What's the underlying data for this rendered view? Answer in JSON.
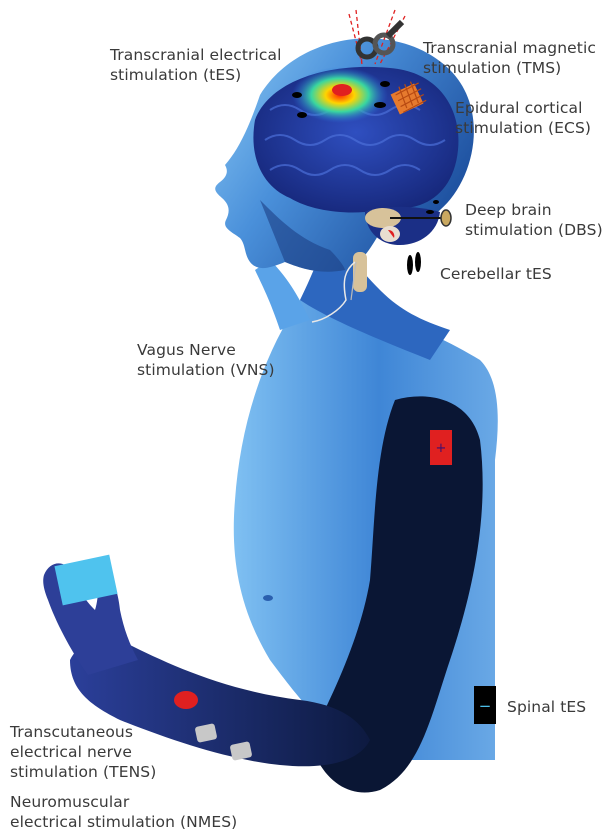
{
  "labels": {
    "tes": "Transcranial electrical\nstimulation (tES)",
    "tms": "Transcranial magnetic\nstimulation (TMS)",
    "ecs": "Epidural cortical\nstimulation (ECS)",
    "dbs": "Deep brain\nstimulation (DBS)",
    "cerebellar": "Cerebellar tES",
    "vns": "Vagus Nerve\nstimulation (VNS)",
    "tens": "Transcutaneous\nelectrical nerve\nstimulation (TENS)",
    "nmes": "Neuromuscular\nelectrical stimulation (NMES)",
    "spinal": "Spinal tES"
  },
  "electrode_signs": {
    "shoulder": "+",
    "spinal": "−"
  },
  "colors": {
    "body_light": "#6fb6ee",
    "body_mid": "#3d7fcf",
    "body_dark": "#0b1a3a",
    "brain": "#23399a",
    "electrode_red": "#e02020",
    "pad_grey": "#c8c8c8",
    "sensor_cyan": "#4fc3ee",
    "text": "#3a3a3a"
  }
}
